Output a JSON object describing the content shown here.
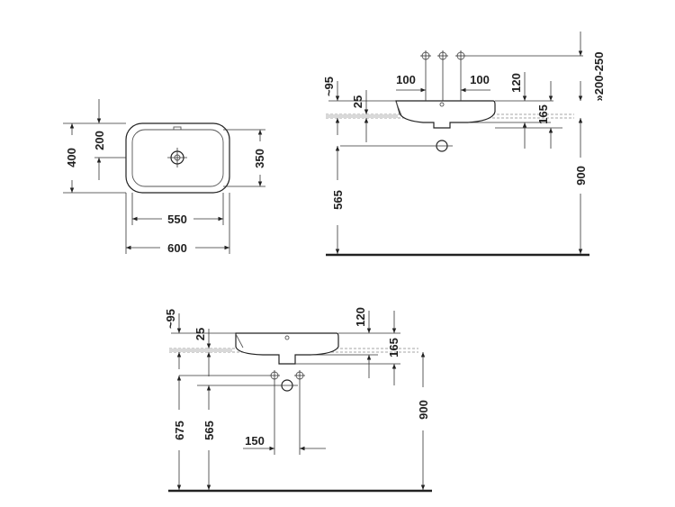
{
  "dimensions": {
    "plan": {
      "d400": "400",
      "d200": "200",
      "d350": "350",
      "d550": "550",
      "d600": "600"
    },
    "side_top": {
      "d95": "~95",
      "d25": "25",
      "d100a": "100",
      "d100b": "100",
      "d120": "120",
      "d165": "165",
      "d200_250": "»200-250",
      "d565": "565",
      "d900": "900"
    },
    "side_bottom": {
      "d95": "~95",
      "d25": "25",
      "d120": "120",
      "d165": "165",
      "d675": "675",
      "d565": "565",
      "d150": "150",
      "d900": "900"
    }
  }
}
